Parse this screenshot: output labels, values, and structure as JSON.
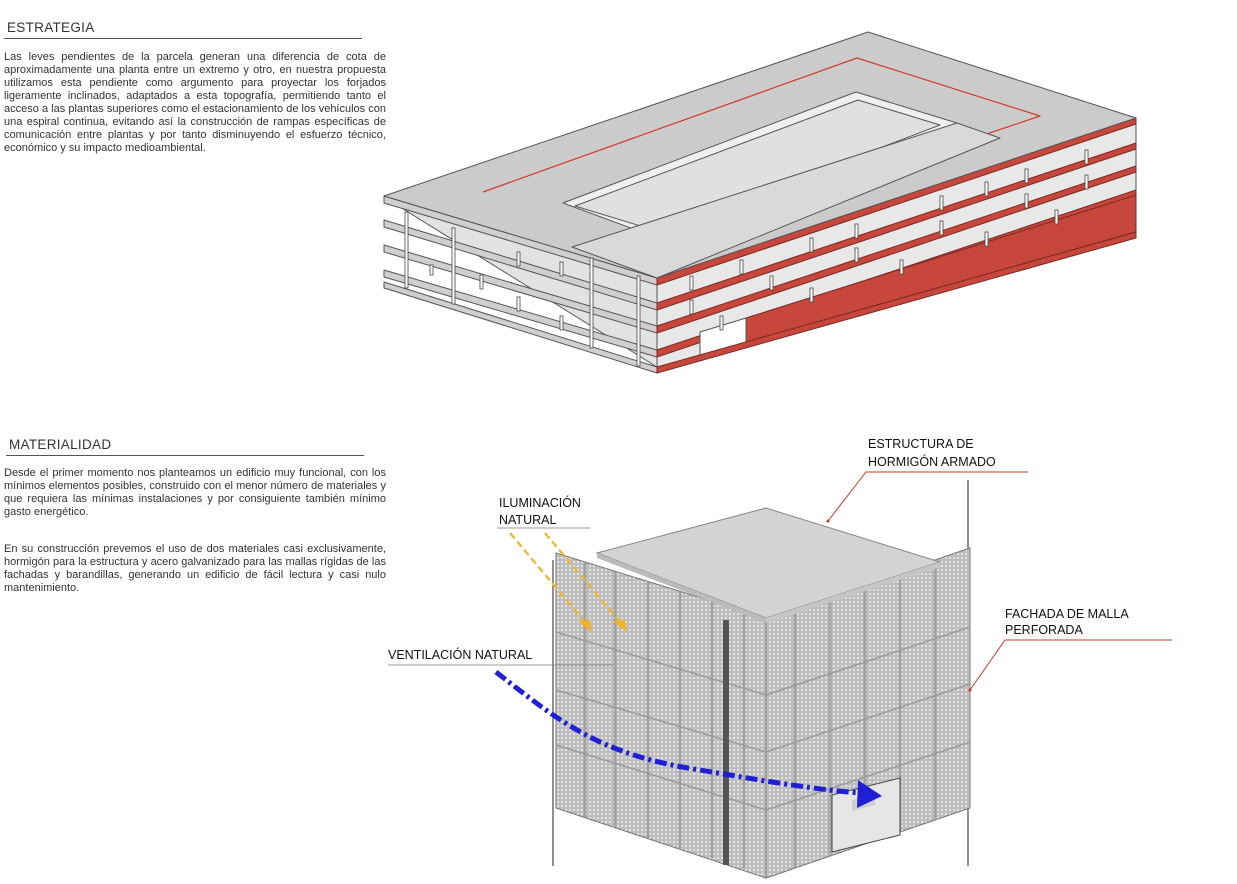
{
  "strategy": {
    "title": "ESTRATEGIA",
    "text": "Las leves pendientes de la parcela generan una diferencia de cota de aproximadamente una planta entre un extremo y otro, en nuestra propuesta utilizamos esta pendiente como argumento para proyectar los forjados ligeramente inclinados, adaptados a esta topografía, permitiendo tanto el acceso a las plantas superiores como el estacionamiento de los vehículos con una espiral continua, evitando así la construcción de rampas específicas de comunicación entre plantas y por tanto disminuyendo el esfuerzo técnico, económico y su impacto medioambiental."
  },
  "materiality": {
    "title": "MATERIALIDAD",
    "paragraphs": [
      "Desde el primer momento nos planteamos un edificio muy funcional, con los mínimos elementos posibles, construido con el menor número de materiales y que requiera las mínimas instalaciones y por consiguiente también mínimo gasto energético.",
      "En su construcción prevemos el uso de dos materiales casi exclusivamente, hormigón para la estructura y acero galvanizado para las mallas rígidas de las fachadas y barandillas, generando un edificio de fácil lectura y casi nulo mantenimiento."
    ]
  },
  "labels": {
    "structure_line1": "ESTRUCTURA DE",
    "structure_line2": "HORMIGÓN ARMADO",
    "light_line1": "ILUMINACIÓN",
    "light_line2": "NATURAL",
    "facade_line1": "FACHADA DE MALLA",
    "facade_line2": "PERFORADA",
    "ventilation": "VENTILACIÓN NATURAL"
  },
  "colors": {
    "accent_red": "#c8473c",
    "concrete": "#d6d6d6",
    "arrow_blue": "#1f1fd6",
    "arrow_orange": "#f0b429"
  }
}
